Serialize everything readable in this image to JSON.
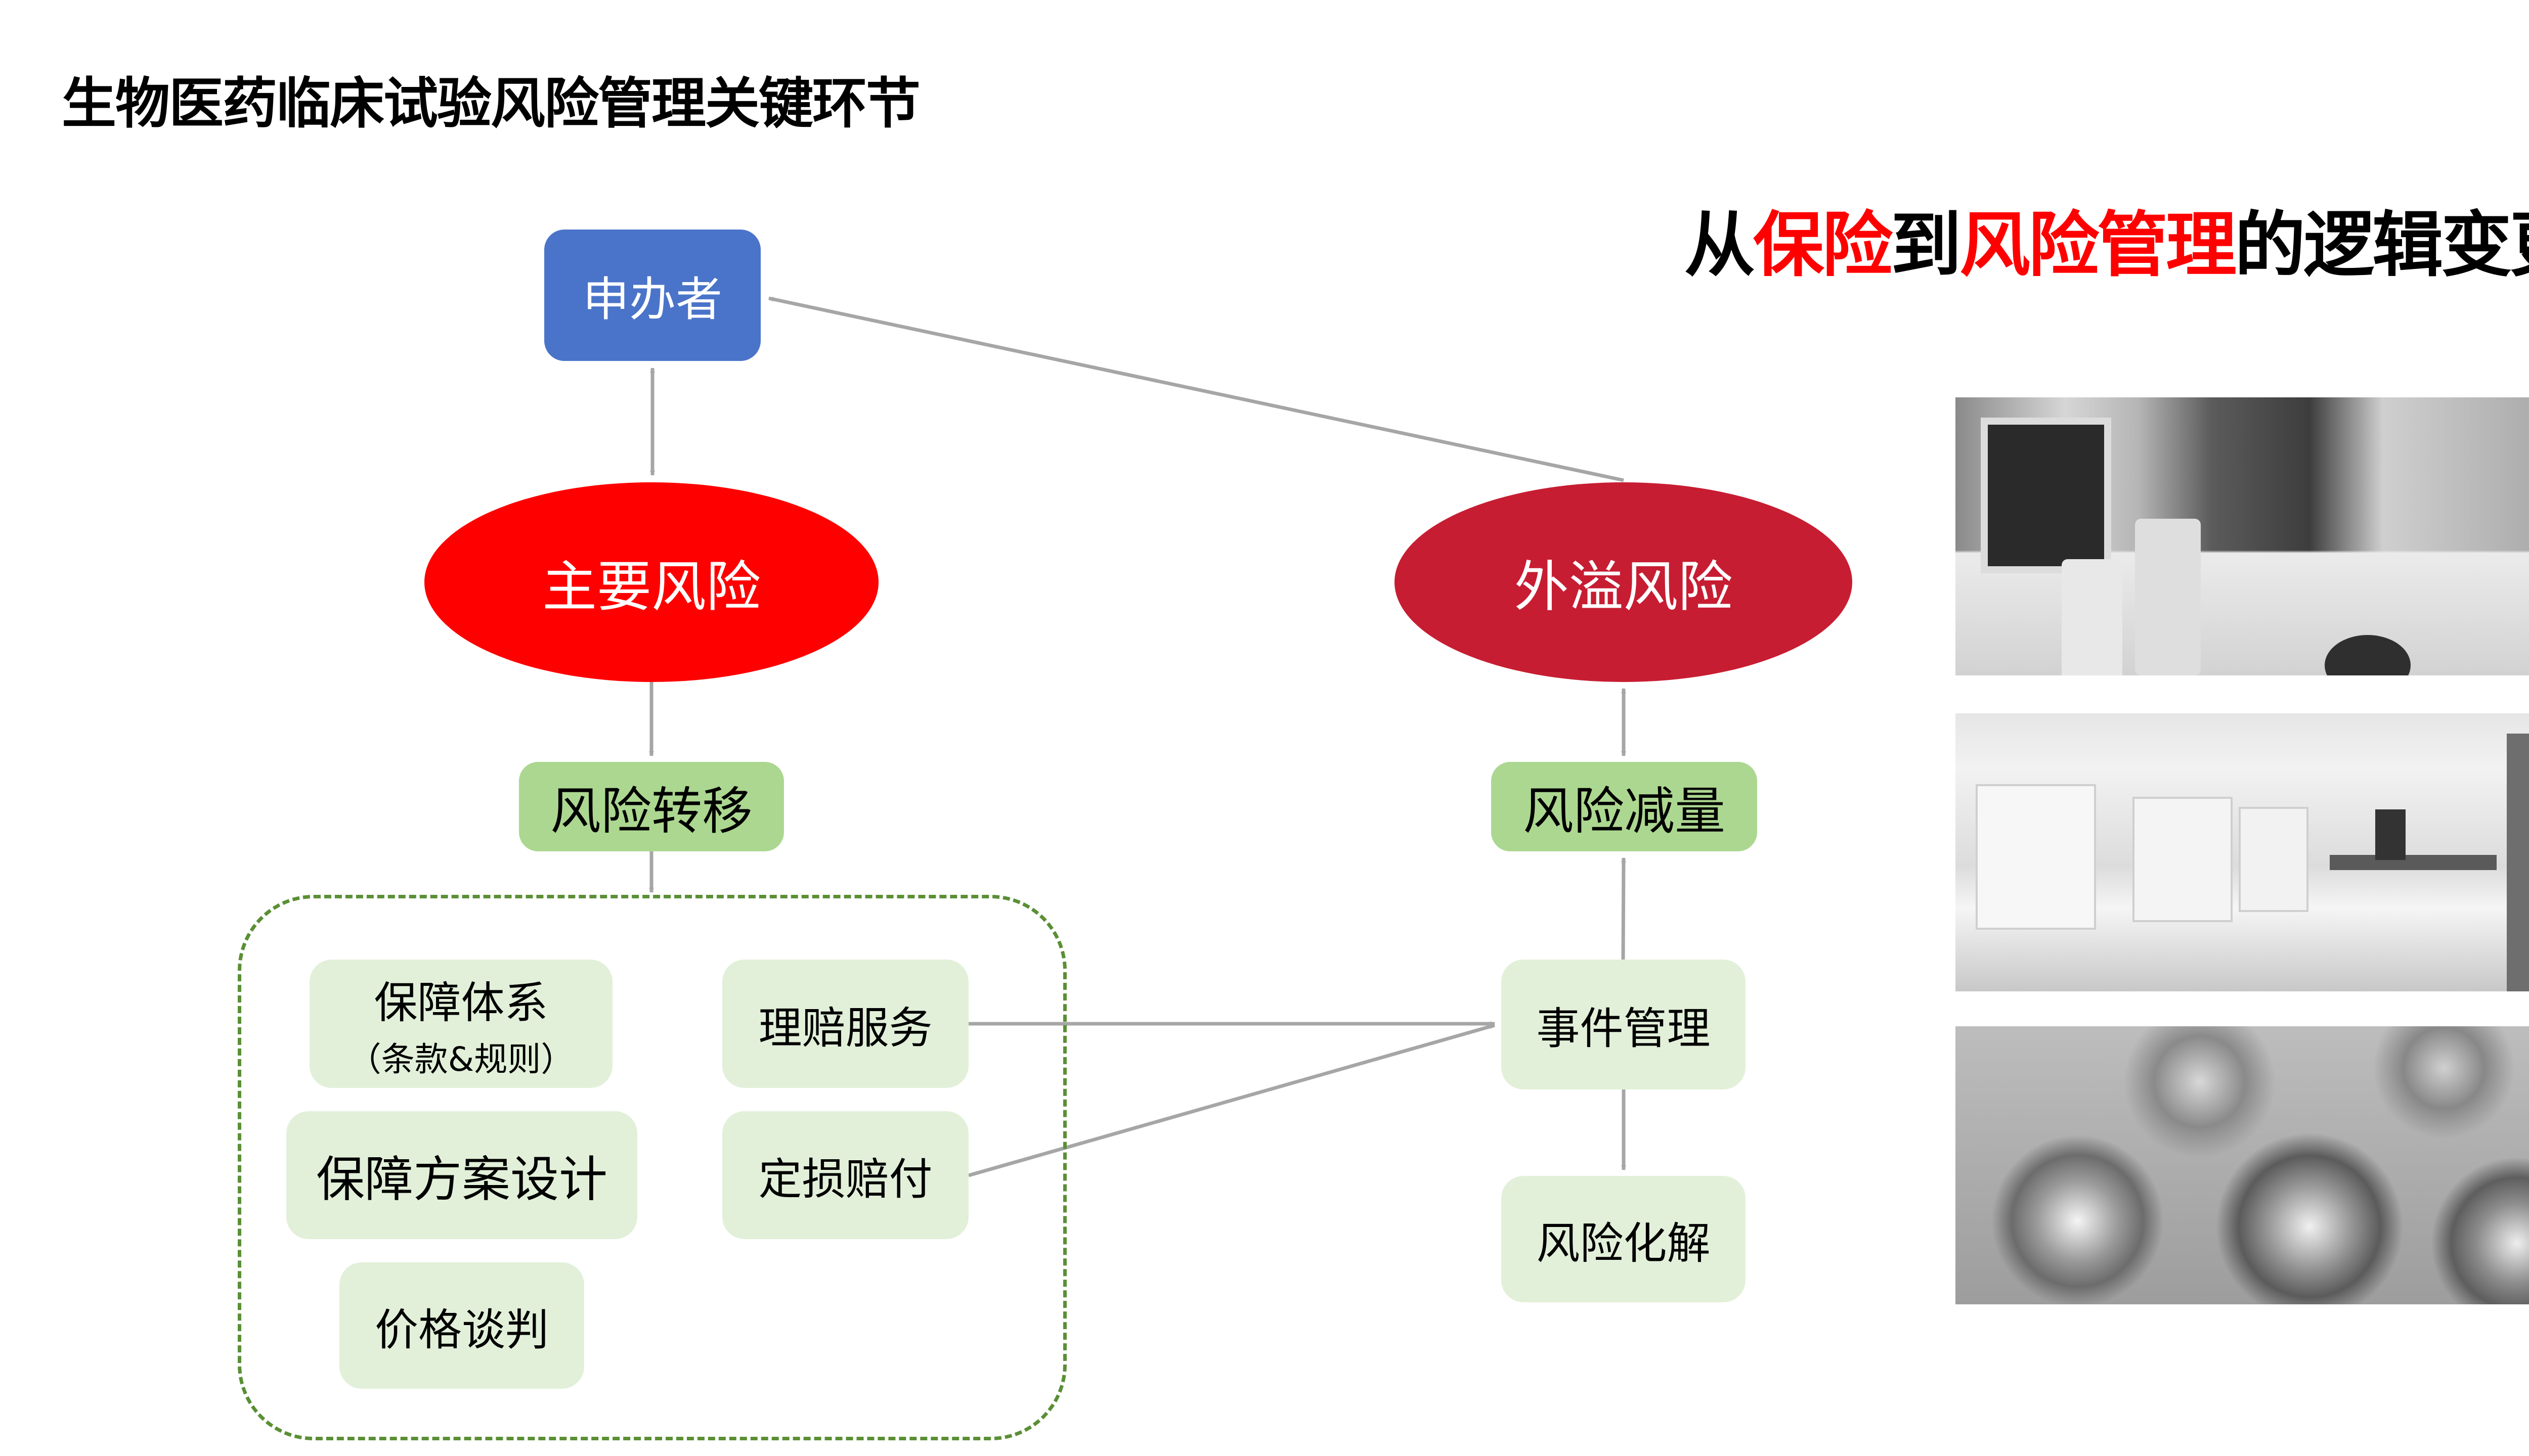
{
  "page": {
    "title": "生物医药临床试验风险管理关键环节",
    "headline": {
      "parts": [
        {
          "text": "从",
          "highlight": false
        },
        {
          "text": "保险",
          "highlight": true
        },
        {
          "text": "到",
          "highlight": false
        },
        {
          "text": "风险管理",
          "highlight": true
        },
        {
          "text": "的逻辑变更",
          "highlight": false
        }
      ]
    }
  },
  "diagram": {
    "sponsor": "申办者",
    "main_risk": "主要风险",
    "spillover_risk": "外溢风险",
    "risk_transfer": "风险转移",
    "risk_reduction": "风险减量",
    "transfer_group": {
      "system": {
        "label": "保障体系",
        "sub": "（条款&规则）"
      },
      "plan_design": "保障方案设计",
      "price_negotiation": "价格谈判",
      "claim_service": "理赔服务",
      "loss_settlement": "定损赔付"
    },
    "event_management": "事件管理",
    "risk_resolution": "风险化解"
  },
  "photos": [
    {
      "subject": "hospital-ward-photo"
    },
    {
      "subject": "laboratory-photo"
    },
    {
      "subject": "medicine-vials-photo"
    }
  ],
  "colors": {
    "sponsor": "#4a74c9",
    "main_risk": "#ff0000",
    "spillover_risk": "#c71d32",
    "strategy": "#acd790",
    "action": "#e2f0d9",
    "connector": "#a6a6a6",
    "group_border": "#5a8f35",
    "highlight_text": "#ff0000"
  }
}
